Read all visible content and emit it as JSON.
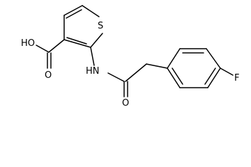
{
  "molecule": {
    "atoms": {
      "sulfur": "S",
      "hydroxyl": "HO",
      "carbonyl_acid_oxygen": "O",
      "amide_nitrogen": "HN",
      "amide_oxygen": "O",
      "fluorine": "F"
    }
  },
  "colors": {
    "bond": "#000000",
    "label": "#000000",
    "background": "#ffffff"
  }
}
